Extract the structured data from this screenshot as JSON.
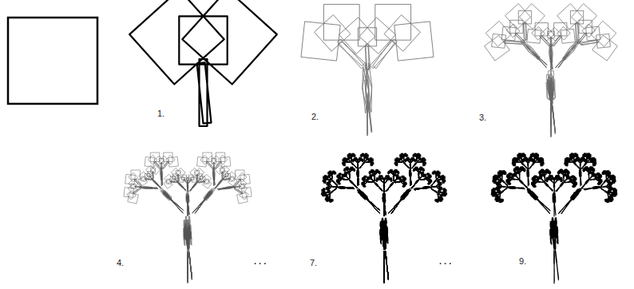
{
  "diagram": {
    "labels": [
      "1.",
      "2.",
      "3.",
      "4.",
      ". . .",
      "7.",
      ". . .",
      "9."
    ]
  }
}
